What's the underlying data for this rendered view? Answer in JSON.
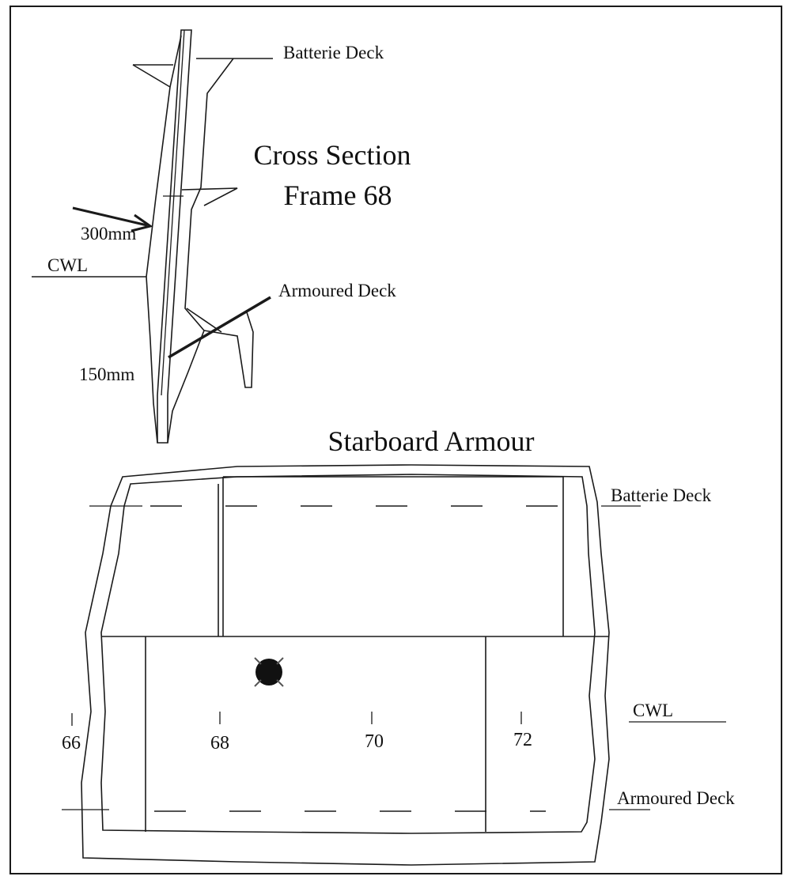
{
  "cross_section": {
    "title_line1": "Cross Section",
    "title_line2": "Frame 68",
    "labels": {
      "batterie_deck": "Batterie Deck",
      "upper_thickness": "300mm",
      "cwl": "CWL",
      "armoured_deck": "Armoured Deck",
      "lower_thickness": "150mm"
    }
  },
  "starboard_armour": {
    "title": "Starboard Armour",
    "labels": {
      "batterie_deck": "Batterie Deck",
      "cwl": "CWL",
      "armoured_deck": "Armoured Deck"
    },
    "frames": [
      "66",
      "68",
      "70",
      "72"
    ]
  },
  "colors": {
    "ink": "#1a1a1a",
    "background": "#ffffff",
    "hit_mark": "#111111"
  }
}
